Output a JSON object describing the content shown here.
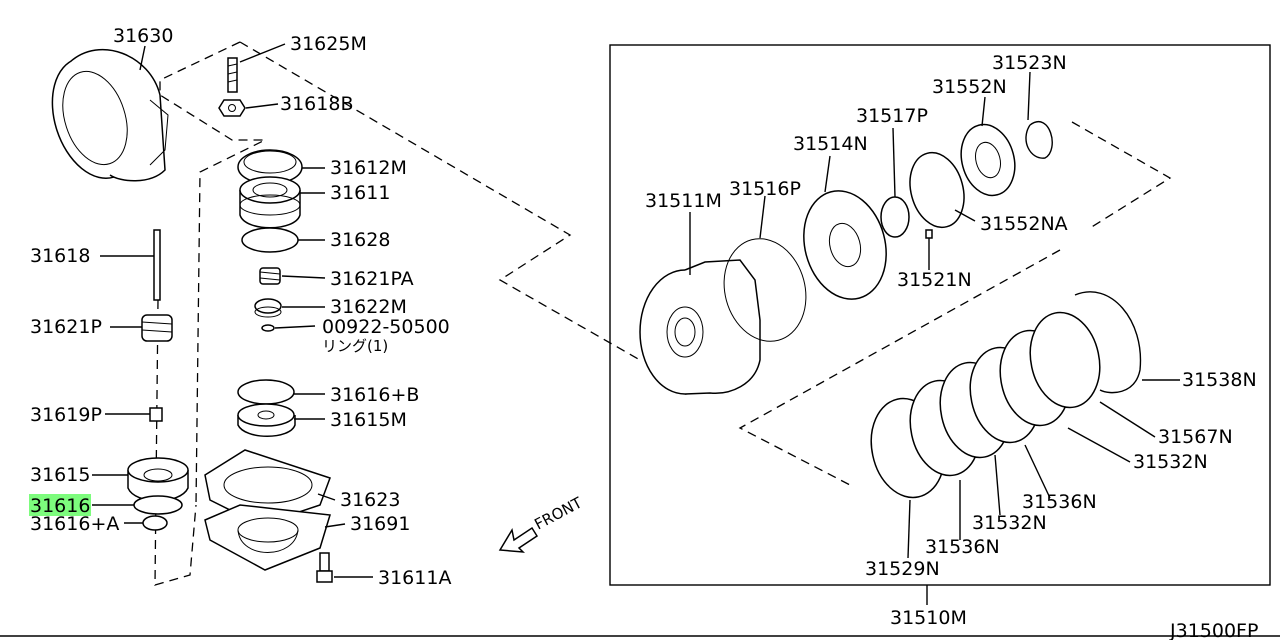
{
  "diagram": {
    "code": "J31500FP",
    "direction_label": "FRONT",
    "highlighted_part": "31616",
    "parts": {
      "p31630": "31630",
      "p31625M": "31625M",
      "p31618B": "31618B",
      "p31612M": "31612M",
      "p31611": "31611",
      "p31628": "31628",
      "p31618": "31618",
      "p31621PA": "31621PA",
      "p31622M": "31622M",
      "p00922": "00922-50500",
      "p00922_sub": "リング(1)",
      "p31621P": "31621P",
      "p31616B": "31616+B",
      "p31615M": "31615M",
      "p31619P": "31619P",
      "p31615": "31615",
      "p31616": "31616",
      "p31623": "31623",
      "p31616A": "31616+A",
      "p31691": "31691",
      "p31611A": "31611A",
      "p31523N": "31523N",
      "p31552N": "31552N",
      "p31517P": "31517P",
      "p31514N": "31514N",
      "p31511M": "31511M",
      "p31516P": "31516P",
      "p31552NA": "31552NA",
      "p31521N": "31521N",
      "p31538N": "31538N",
      "p31567N": "31567N",
      "p31532N_a": "31532N",
      "p31536N_a": "31536N",
      "p31532N_b": "31532N",
      "p31536N_b": "31536N",
      "p31529N": "31529N",
      "p31510M": "31510M"
    }
  }
}
